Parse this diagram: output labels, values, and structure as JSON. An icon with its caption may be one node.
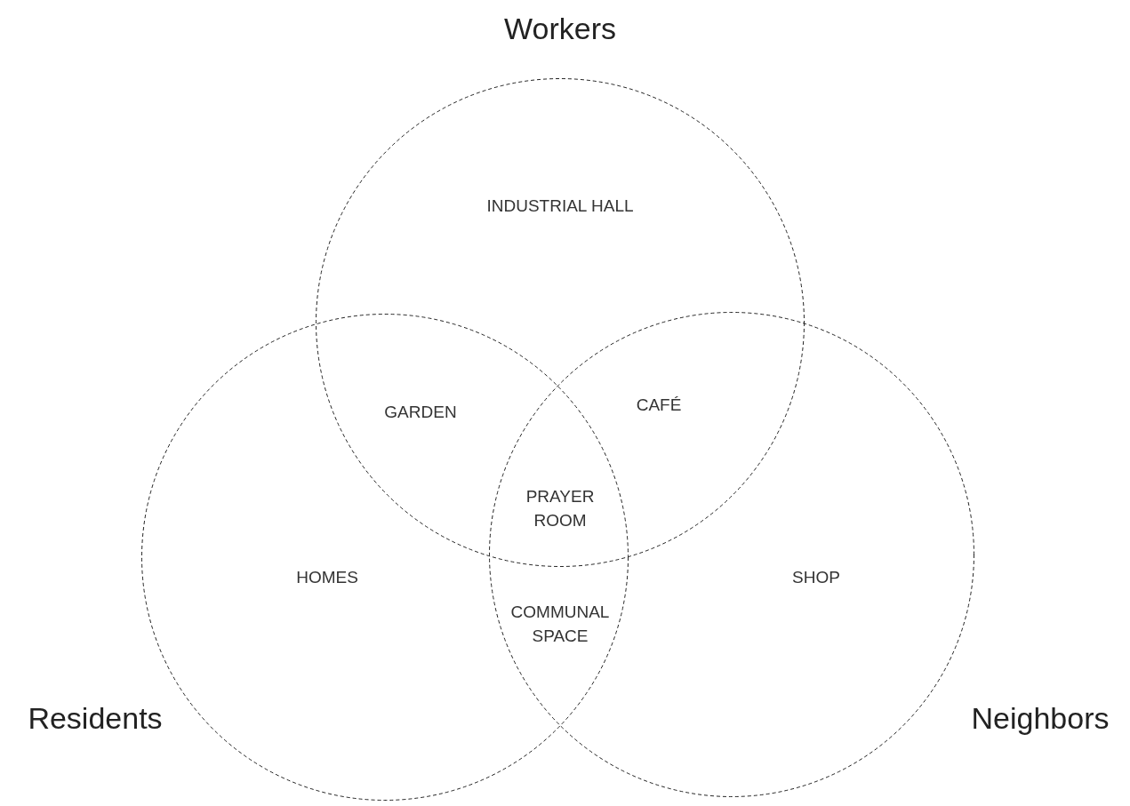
{
  "diagram": {
    "nodes": [
      {
        "text": [
          "Workers"
        ]
      },
      {
        "text": [
          "Residents"
        ]
      },
      {
        "text": [
          "Neighbors"
        ]
      }
    ],
    "labels": [
      "INDUSTRIAL HALL",
      "GARDEN",
      "CAFÉ",
      "PRAYER ROOM",
      "HOMES",
      "SHOP",
      "COMMUNAL SPACE"
    ]
  }
}
